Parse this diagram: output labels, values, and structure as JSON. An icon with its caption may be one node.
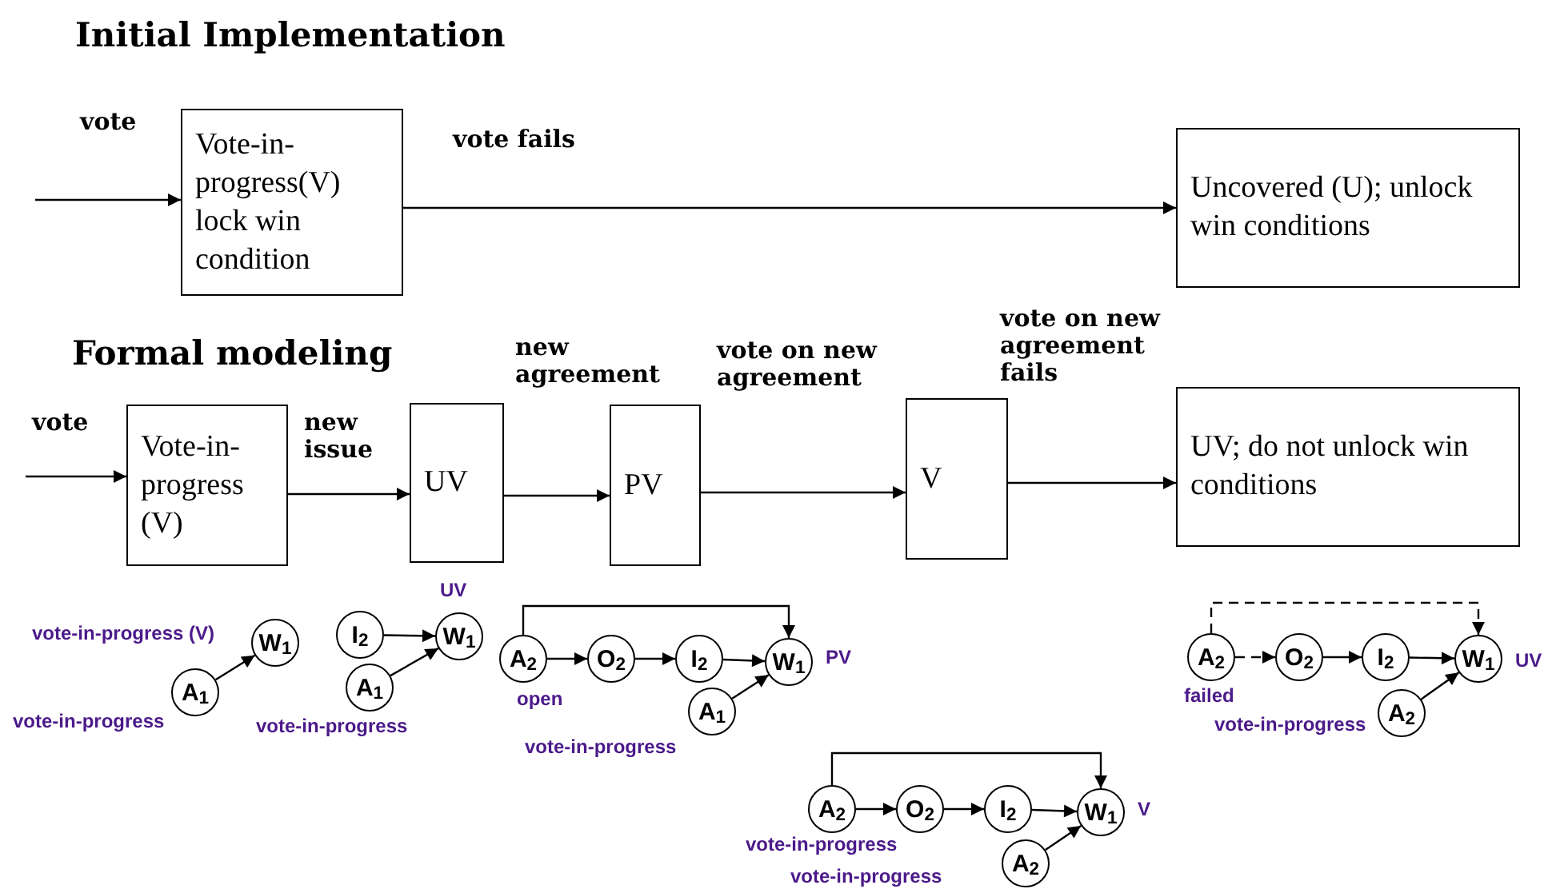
{
  "diagram": {
    "nodes": [
      {
        "text": [
          "Vote-in-progress(V) lock win condition"
        ]
      },
      {
        "text": [
          "Uncovered (U); unlock win conditions"
        ]
      },
      {
        "text": [
          "Vote-in-progress (V)"
        ]
      },
      {
        "text": [
          "UV"
        ]
      },
      {
        "text": [
          "PV"
        ]
      },
      {
        "text": [
          "V"
        ]
      },
      {
        "text": [
          "UV; do not unlock win conditions"
        ]
      },
      {
        "text": [
          "W$_{1}$"
        ]
      },
      {
        "text": [
          "A$_{1}$"
        ]
      },
      {
        "text": [
          "I$_{2}$"
        ]
      },
      {
        "text": [
          "W$_{1}$"
        ]
      },
      {
        "text": [
          "A$_{1}$"
        ]
      },
      {
        "text": [
          "A$_{2}$"
        ]
      },
      {
        "text": [
          "O$_{2}$"
        ]
      },
      {
        "text": [
          "I$_{2}$"
        ]
      },
      {
        "text": [
          "W$_{1}$"
        ]
      },
      {
        "text": [
          "A$_{1}$"
        ]
      },
      {
        "text": [
          "A$_{2}$"
        ]
      },
      {
        "text": [
          "O$_{2}$"
        ]
      },
      {
        "text": [
          "I$_{2}$"
        ]
      },
      {
        "text": [
          "W$_{1}$"
        ]
      },
      {
        "text": [
          "A$_{2}$"
        ]
      },
      {
        "text": [
          "A$_{2}$"
        ]
      },
      {
        "text": [
          "O$_{2}$"
        ]
      },
      {
        "text": [
          "I$_{2}$"
        ]
      },
      {
        "text": [
          "W$_{1}$"
        ]
      },
      {
        "text": [
          "A$_{2}$"
        ]
      }
    ],
    "edges": [
      {
        "from": null,
        "to": 0,
        "arrow": "to",
        "label": "vote"
      },
      {
        "from": 0,
        "to": 1,
        "arrow": "to",
        "label": "vote fails"
      },
      {
        "from": null,
        "to": 2,
        "arrow": "to",
        "label": "vote"
      },
      {
        "from": 2,
        "to": 3,
        "arrow": "to",
        "label": "new issue"
      },
      {
        "from": 3,
        "to": 4,
        "arrow": "to",
        "label": "new agreement"
      },
      {
        "from": 4,
        "to": 5,
        "arrow": "to",
        "label": "vote on new agreement"
      },
      {
        "from": 5,
        "to": 6,
        "arrow": "to",
        "label": "vote on new agreement fails"
      },
      {
        "from": 8,
        "to": 7,
        "arrow": "to"
      },
      {
        "from": 9,
        "to": 10,
        "arrow": "to"
      },
      {
        "from": 11,
        "to": 10,
        "arrow": "to"
      },
      {
        "from": 12,
        "to": 13,
        "arrow": "to"
      },
      {
        "from": 13,
        "to": 14,
        "arrow": "to"
      },
      {
        "from": 14,
        "to": 15,
        "arrow": "to"
      },
      {
        "from": 16,
        "to": 15,
        "arrow": "to"
      },
      {
        "from": 12,
        "to": 15,
        "arrow": "to"
      },
      {
        "from": 17,
        "to": 18,
        "arrow": "to"
      },
      {
        "from": 18,
        "to": 19,
        "arrow": "to"
      },
      {
        "from": 19,
        "to": 20,
        "arrow": "to"
      },
      {
        "from": 21,
        "to": 20,
        "arrow": "to"
      },
      {
        "from": 17,
        "to": 20,
        "arrow": "to"
      },
      {
        "from": 22,
        "to": 23,
        "arrow": "to",
        "style": "dashed"
      },
      {
        "from": 23,
        "to": 24,
        "arrow": "to"
      },
      {
        "from": 24,
        "to": 25,
        "arrow": "to"
      },
      {
        "from": 26,
        "to": 25,
        "arrow": "to"
      },
      {
        "from": 22,
        "to": 25,
        "arrow": "to",
        "style": "dashed"
      }
    ],
    "labels": [
      "Initial Implementation",
      "Formal modeling",
      "vote-in-progress (V)",
      "vote-in-progress",
      "UV",
      "vote-in-progress",
      "PV",
      "open",
      "vote-in-progress",
      "V",
      "vote-in-progress",
      "vote-in-progress",
      "UV",
      "failed",
      "vote-in-progress"
    ]
  }
}
